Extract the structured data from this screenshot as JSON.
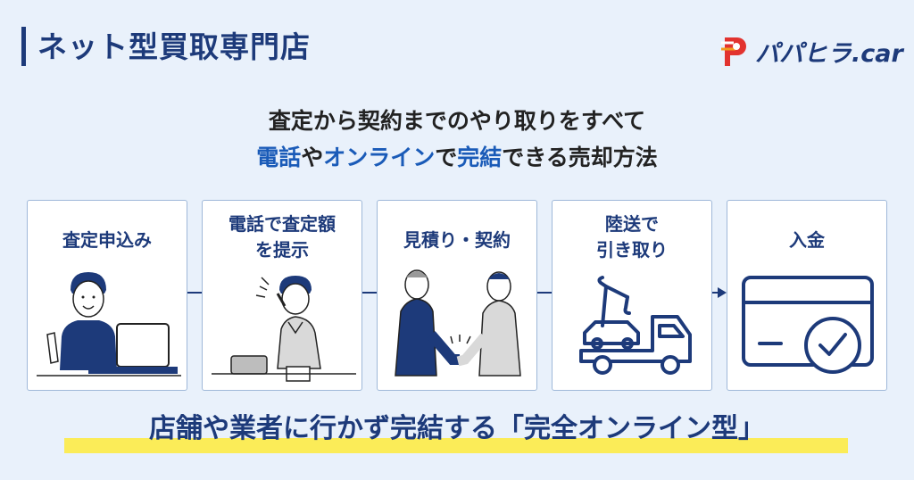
{
  "header": {
    "title": "ネット型買取専門店"
  },
  "logo": {
    "text": "パパヒラ.car"
  },
  "subtitle": {
    "line1": "査定から契約までのやり取りをすべて",
    "line2_highlight_1": "電話",
    "line2_plain_1": "や",
    "line2_highlight_2": "オンライン",
    "line2_plain_2": "で",
    "line2_highlight_3": "完結",
    "line2_plain_3": "できる売却方法"
  },
  "steps": [
    {
      "label": "査定申込み",
      "icon": "person-at-laptop-icon"
    },
    {
      "label": "電話で査定額\nを提示",
      "icon": "person-on-phone-icon"
    },
    {
      "label": "見積り・契約",
      "icon": "handshake-icon"
    },
    {
      "label": "陸送で\n引き取り",
      "icon": "tow-truck-icon"
    },
    {
      "label": "入金",
      "icon": "card-check-icon"
    }
  ],
  "footer": {
    "tagline": "店舗や業者に行かず完結する「完全オンライン型」"
  },
  "colors": {
    "navy": "#1d3a7a",
    "blue": "#1a5bb8",
    "background": "#e9f1fb",
    "highlight": "#fbec58",
    "logo_red": "#e2332f",
    "logo_orange": "#f39a1e"
  }
}
